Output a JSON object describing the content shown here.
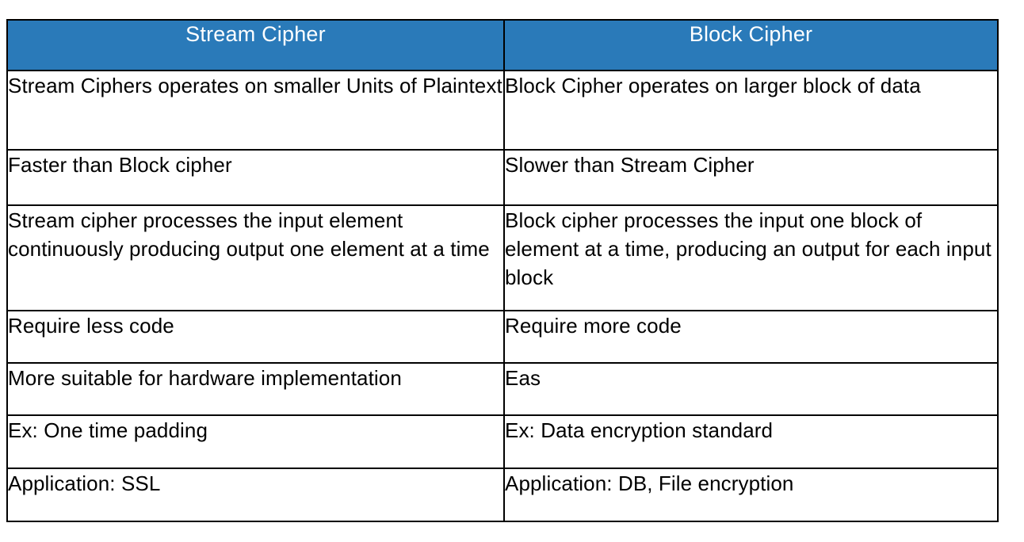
{
  "table": {
    "title": "Stream Cipher vs Block Cipher comparison",
    "header_background": "#2a7ab9",
    "header_text_color": "#ffffff",
    "border_color": "#000000",
    "body_background": "#ffffff",
    "body_text_color": "#000000",
    "columns": [
      {
        "key": "stream",
        "label": "Stream Cipher"
      },
      {
        "key": "block",
        "label": "Block Cipher"
      }
    ],
    "rows": [
      {
        "stream": "Stream Ciphers operates on smaller Units of Plaintext",
        "block": "Block Cipher operates on larger block of data"
      },
      {
        "stream": "Faster than Block cipher",
        "block": "Slower than Stream Cipher"
      },
      {
        "stream": "Stream cipher processes the input element continuously producing output one element at a time",
        "block": "Block cipher processes the input one block of element at a time, producing an output for each input block"
      },
      {
        "stream": "Require less code",
        "block": "Require more code"
      },
      {
        "stream": "More suitable for hardware implementation",
        "block": "Eas"
      },
      {
        "stream": "Ex: One time padding",
        "block": "Ex: Data encryption standard"
      },
      {
        "stream": "Application: SSL",
        "block": "Application: DB, File encryption"
      }
    ]
  }
}
